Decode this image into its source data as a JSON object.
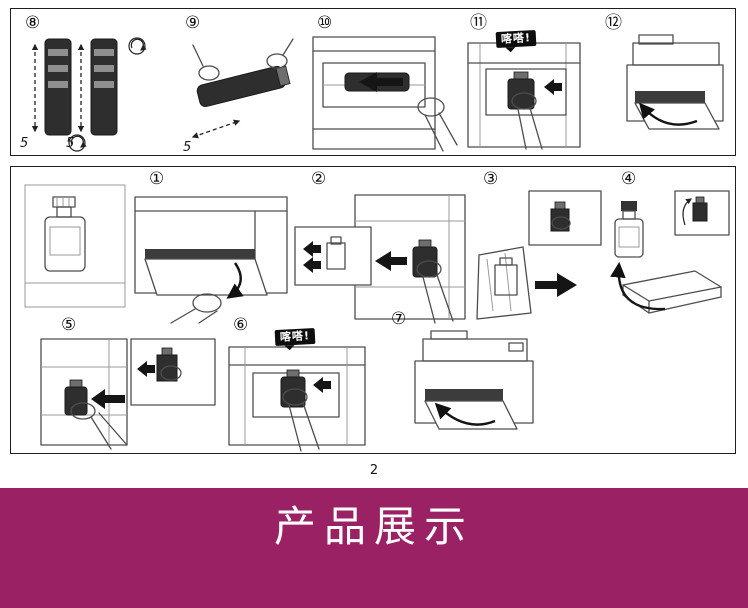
{
  "page_number": "2",
  "banner": {
    "title": "产品展示",
    "background": "#9a2164",
    "text_color": "#ffffff"
  },
  "callout_text": "喀嗒!",
  "shake_count": "5",
  "colors": {
    "banner_magenta": "#9a2164",
    "line_gray": "#4d4d4d",
    "dark_fill": "#2e2e2e"
  },
  "top_panel": {
    "steps": [
      {
        "label": "⑧"
      },
      {
        "label": "⑨"
      },
      {
        "label": "⑩"
      },
      {
        "label": "⑪"
      },
      {
        "label": "⑫"
      }
    ]
  },
  "bottom_panel": {
    "steps": [
      {
        "label": "①"
      },
      {
        "label": "②"
      },
      {
        "label": "③"
      },
      {
        "label": "④"
      },
      {
        "label": "⑤"
      },
      {
        "label": "⑥"
      },
      {
        "label": "⑦"
      }
    ]
  }
}
